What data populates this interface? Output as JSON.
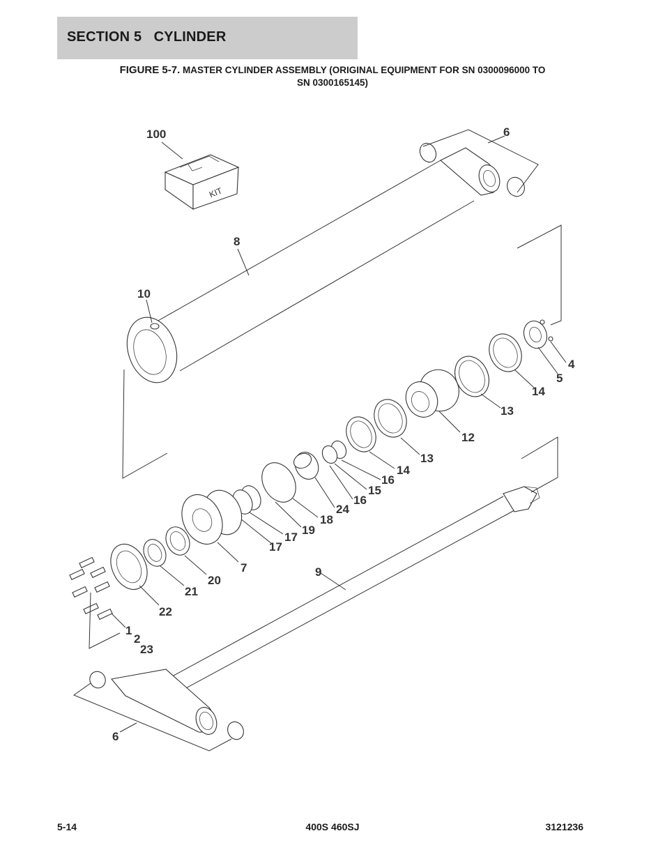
{
  "header": {
    "section_title": "SECTION 5   CYLINDER"
  },
  "figure": {
    "number": "FIGURE 5-7.",
    "title_line1": " MASTER CYLINDER ASSEMBLY (ORIGINAL EQUIPMENT FOR SN 0300096000 TO",
    "title_line2": "SN 0300165145)"
  },
  "diagram": {
    "kit_label": "KIT",
    "callouts": {
      "c100": "100",
      "c6_top": "6",
      "c8": "8",
      "c10": "10",
      "c4": "4",
      "c5": "5",
      "c14_a": "14",
      "c13_a": "13",
      "c12": "12",
      "c13_b": "13",
      "c14_b": "14",
      "c16_a": "16",
      "c15": "15",
      "c16_b": "16",
      "c24": "24",
      "c18": "18",
      "c19": "19",
      "c17_a": "17",
      "c17_b": "17",
      "c7": "7",
      "c20": "20",
      "c21": "21",
      "c22": "22",
      "c9": "9",
      "c1": "1",
      "c2": "2",
      "c23": "23",
      "c6_bottom": "6"
    }
  },
  "footer": {
    "page_number": "5-14",
    "model": "400S 460SJ",
    "doc_number": "3121236"
  }
}
